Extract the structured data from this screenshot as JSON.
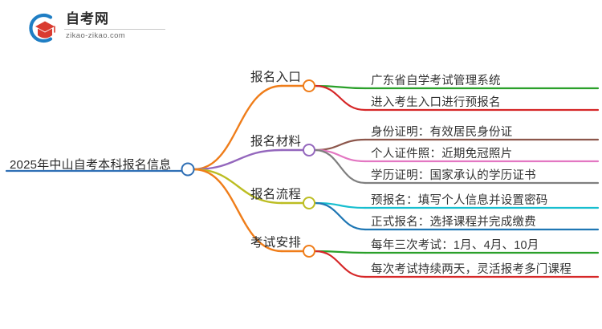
{
  "logo": {
    "name_cn": "自考网",
    "url": "zikao-zikao.com",
    "mark_arc_color": "#1f7ec4",
    "mark_cap_color": "#d93b30"
  },
  "mindmap": {
    "root": {
      "label": "2025年中山自考本科报名信息",
      "line_color": "#2f6fb5",
      "node_stroke": "#2f6fb5"
    },
    "branches": [
      {
        "label": "报名入口",
        "line_color": "#ef7d1a",
        "node_stroke": "#ef7d1a",
        "leaves": [
          {
            "label": "广东省自学考试管理系统",
            "line_color": "#2aa02a"
          },
          {
            "label": "进入考生入口进行预报名",
            "line_color": "#d62728"
          }
        ]
      },
      {
        "label": "报名材料",
        "line_color": "#9467bd",
        "node_stroke": "#9467bd",
        "leaves": [
          {
            "label": "身份证明：有效居民身份证",
            "line_color": "#8c564b"
          },
          {
            "label": "个人证件照：近期免冠照片",
            "line_color": "#e377c2"
          },
          {
            "label": "学历证明：国家承认的学历证书",
            "line_color": "#7f7f7f"
          }
        ]
      },
      {
        "label": "报名流程",
        "line_color": "#bcbd22",
        "node_stroke": "#bcbd22",
        "leaves": [
          {
            "label": "预报名：填写个人信息并设置密码",
            "line_color": "#17becf"
          },
          {
            "label": "正式报名：选择课程并完成缴费",
            "line_color": "#1f77b4"
          }
        ]
      },
      {
        "label": "考试安排",
        "line_color": "#ef7d1a",
        "node_stroke": "#ef7d1a",
        "leaves": [
          {
            "label": "每年三次考试：1月、4月、10月",
            "line_color": "#2aa02a"
          },
          {
            "label": "每次考试持续两天，灵活报考多门课程",
            "line_color": "#d62728"
          }
        ]
      }
    ]
  }
}
